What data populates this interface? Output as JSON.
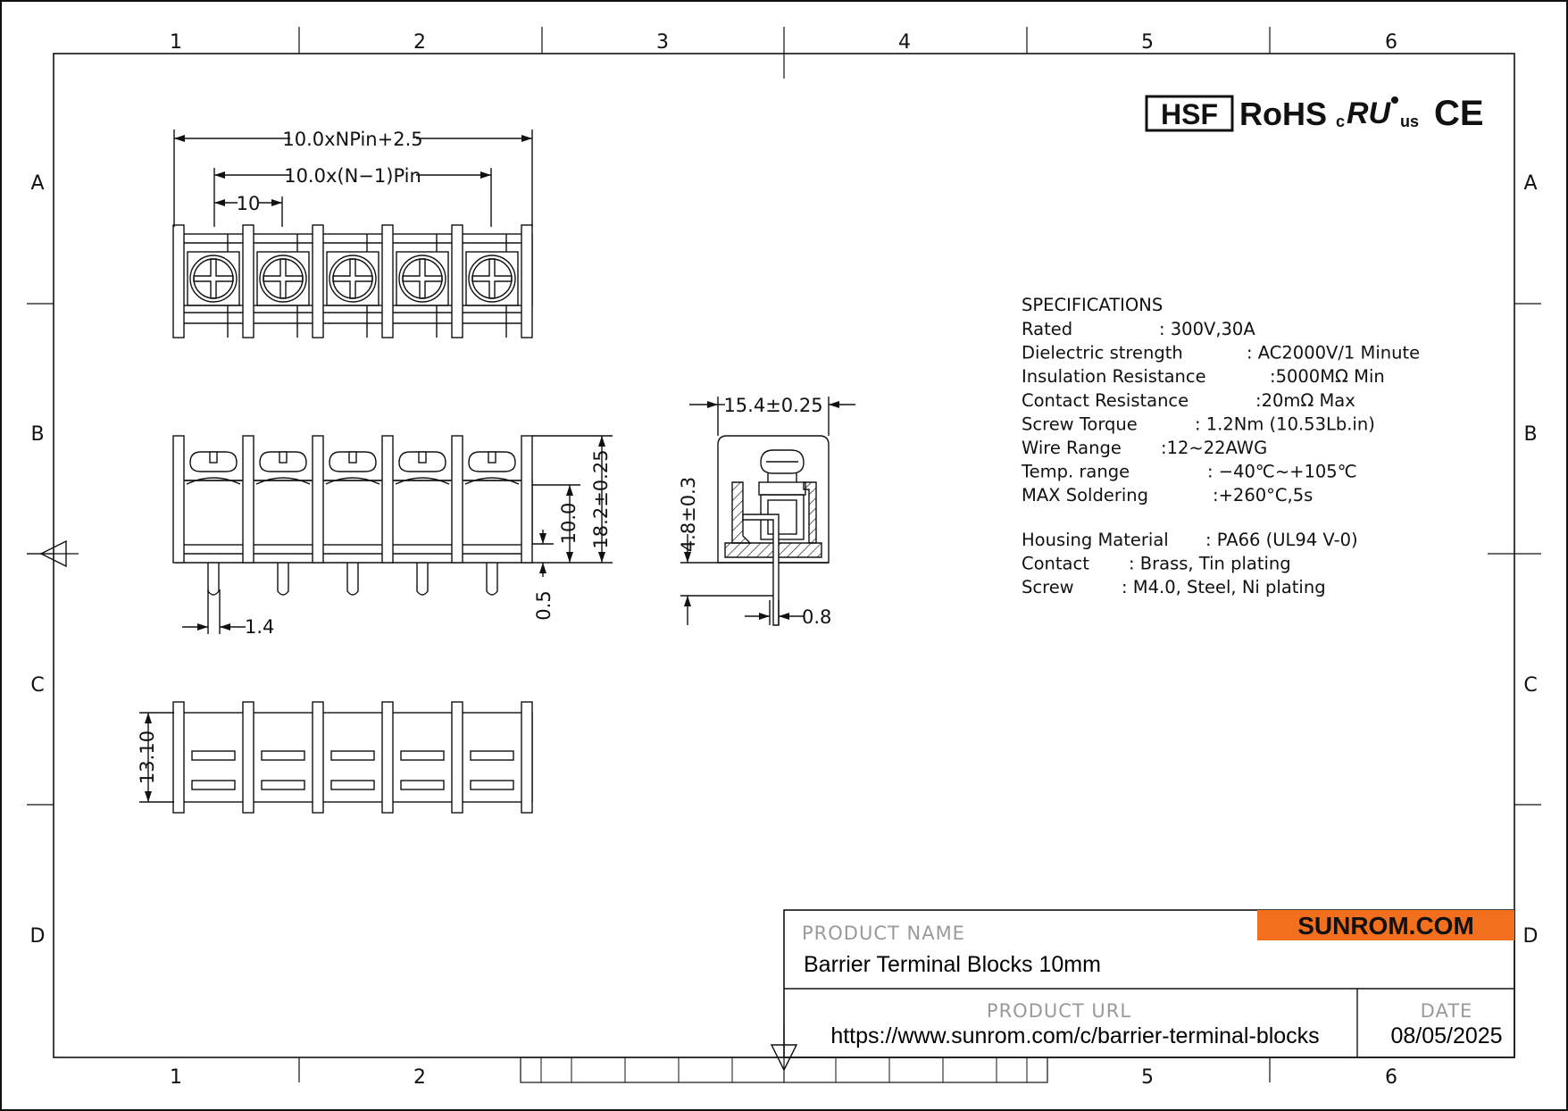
{
  "grid": {
    "columns": [
      "1",
      "2",
      "3",
      "4",
      "5",
      "6"
    ],
    "bottom_columns": [
      "1",
      "2",
      "5",
      "6"
    ],
    "rows": [
      "A",
      "B",
      "C",
      "D"
    ]
  },
  "certifications": {
    "hsf": "HSF",
    "rohs": "RoHS",
    "ul_prefix": "c",
    "ul_mark": "RU",
    "ul_suffix": "us",
    "ce": "CE"
  },
  "dimensions": {
    "overall_length": "10.0xNPin+2.5",
    "pin_span": "10.0x(N−1)Pin",
    "pitch": "10",
    "pin_width": "1.4",
    "total_height": "18.2±0.25",
    "body_height": "10.0",
    "standoff": "0.5",
    "depth": "15.4±0.25",
    "pin_length": "4.8±0.3",
    "pin_thickness": "0.8",
    "bottom_width": "13.10"
  },
  "specifications": {
    "heading": "SPECIFICATIONS",
    "lines": [
      {
        "label": "Rated",
        "value": ": 300V,30A"
      },
      {
        "label": "Dielectric strength",
        "value": ": AC2000V/1 Minute"
      },
      {
        "label": "Insulation Resistance",
        "value": ":5000MΩ Min"
      },
      {
        "label": "Contact Resistance",
        "value": ":20mΩ Max"
      },
      {
        "label": "Screw Torque",
        "value": ": 1.2Nm (10.53Lb.in)"
      },
      {
        "label": "Wire Range",
        "value": ":12~22AWG"
      },
      {
        "label": "Temp. range",
        "value": ": −40℃~+105℃"
      },
      {
        "label": "MAX Soldering",
        "value": ":+260°C,5s"
      }
    ],
    "materials": [
      {
        "label": "Housing Material",
        "value": ": PA66 (UL94 V-0)"
      },
      {
        "label": "Contact",
        "value": ": Brass, Tin plating"
      },
      {
        "label": "Screw",
        "value": ": M4.0, Steel, Ni plating"
      }
    ]
  },
  "title_block": {
    "brand": "SUNROM.COM",
    "brand_color": "#f26f1d",
    "product_name_label": "PRODUCT NAME",
    "product_name": "Barrier Terminal Blocks 10mm",
    "product_url_label": "PRODUCT URL",
    "product_url": "https://www.sunrom.com/c/barrier-terminal-blocks",
    "date_label": "DATE",
    "date": "08/05/2025"
  }
}
